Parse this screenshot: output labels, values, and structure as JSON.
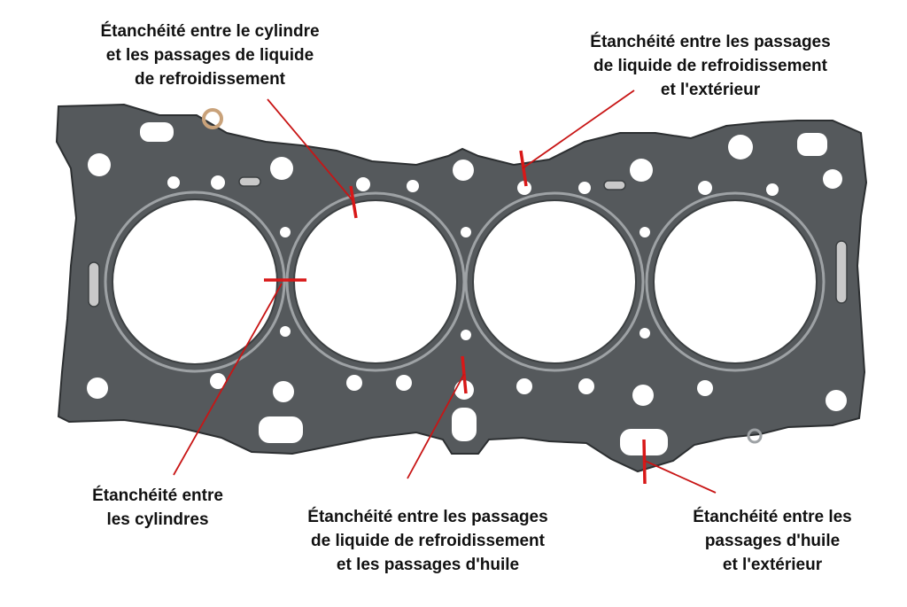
{
  "colors": {
    "gasket": "#55595c",
    "gasket_edge": "#2c2f31",
    "hole_fill": "#ffffff",
    "bead": "#9ea2a5",
    "pin": "#c9a27a",
    "marker": "#d81818",
    "leader": "#c81515",
    "text": "#111111",
    "background": "#ffffff"
  },
  "callouts": [
    {
      "id": "cylinder-to-coolant",
      "lines": [
        "Étanchéité entre le cylindre",
        "et les passages de liquide",
        "de refroidissement"
      ]
    },
    {
      "id": "coolant-to-exterior",
      "lines": [
        "Étanchéité entre les passages",
        "de liquide de refroidissement",
        "et l'extérieur"
      ]
    },
    {
      "id": "between-cylinders",
      "lines": [
        "Étanchéité entre",
        "les cylindres"
      ]
    },
    {
      "id": "coolant-to-oil",
      "lines": [
        "Étanchéité entre les passages",
        "de liquide de refroidissement",
        "et les passages d'huile"
      ]
    },
    {
      "id": "oil-to-exterior",
      "lines": [
        "Étanchéité entre les",
        "passages  d'huile",
        "et l'extérieur"
      ]
    }
  ]
}
